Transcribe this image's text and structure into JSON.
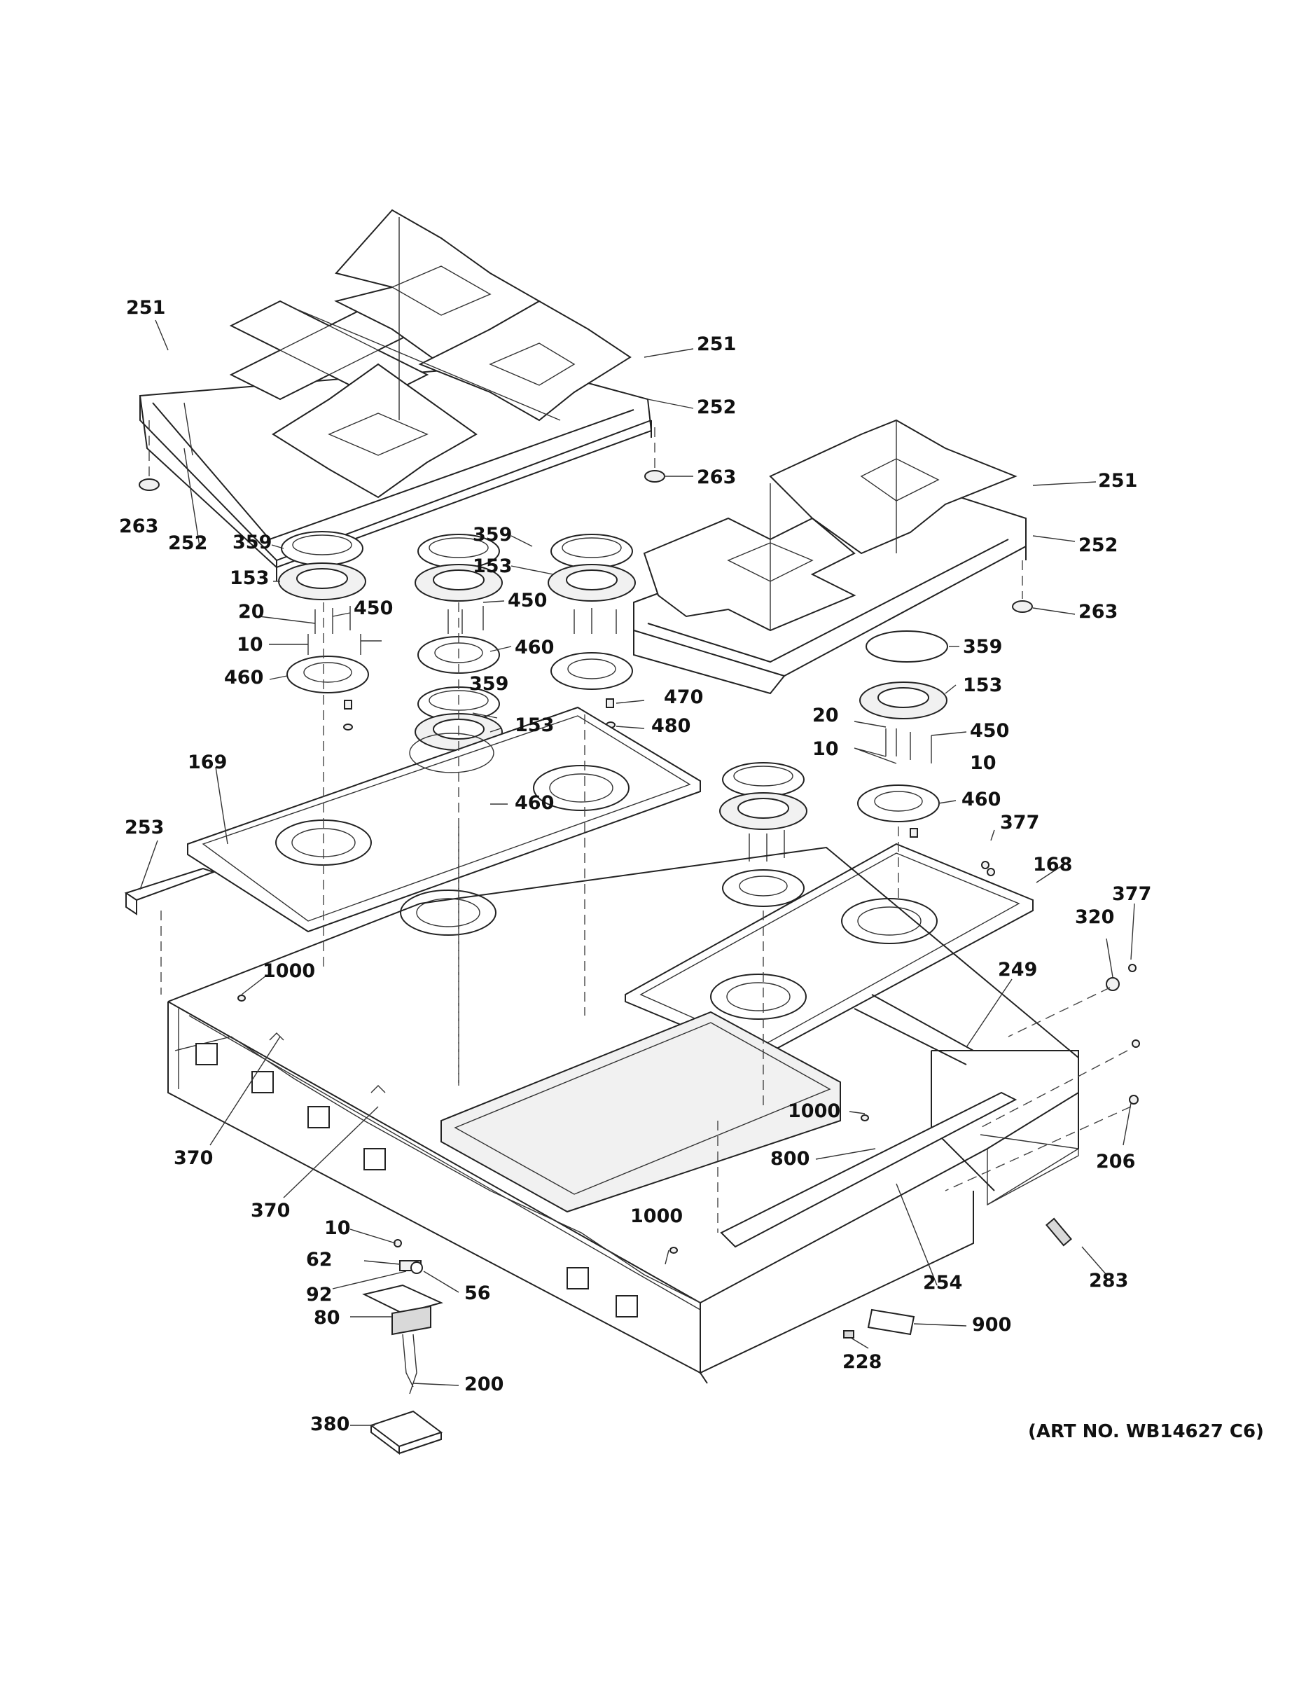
{
  "labels": [
    "251",
    "251",
    "252",
    "263",
    "263",
    "252",
    "251",
    "252",
    "263",
    "359",
    "153",
    "20",
    "450",
    "10",
    "460",
    "359",
    "153",
    "450",
    "460",
    "359",
    "153",
    "359",
    "153",
    "460",
    "470",
    "480",
    "359",
    "153",
    "20",
    "450",
    "10",
    "10",
    "460",
    "169",
    "253",
    "377",
    "168",
    "377",
    "320",
    "1000",
    "249",
    "370",
    "370",
    "1000",
    "800",
    "206",
    "10",
    "62",
    "1000",
    "92",
    "56",
    "80",
    "254",
    "283",
    "900",
    "228",
    "200",
    "380"
  ],
  "art_number": "(ART NO. WB14627 C6)"
}
